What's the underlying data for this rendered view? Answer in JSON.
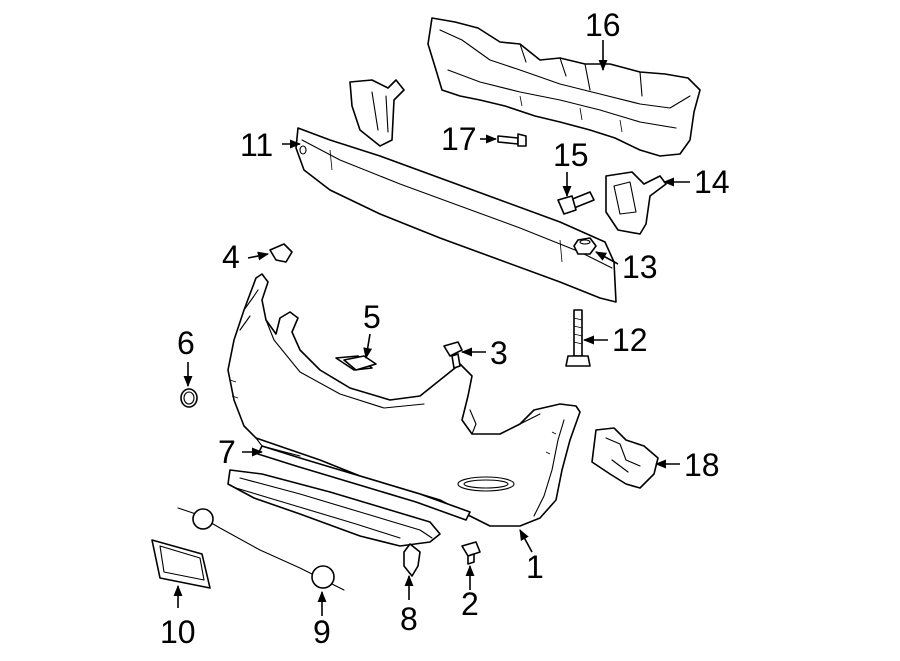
{
  "callouts": [
    {
      "id": "1",
      "text": "1"
    },
    {
      "id": "2",
      "text": "2"
    },
    {
      "id": "3",
      "text": "3"
    },
    {
      "id": "4",
      "text": "4"
    },
    {
      "id": "5",
      "text": "5"
    },
    {
      "id": "6",
      "text": "6"
    },
    {
      "id": "7",
      "text": "7"
    },
    {
      "id": "8",
      "text": "8"
    },
    {
      "id": "9",
      "text": "9"
    },
    {
      "id": "10",
      "text": "10"
    },
    {
      "id": "11",
      "text": "11"
    },
    {
      "id": "12",
      "text": "12"
    },
    {
      "id": "13",
      "text": "13"
    },
    {
      "id": "14",
      "text": "14"
    },
    {
      "id": "15",
      "text": "15"
    },
    {
      "id": "16",
      "text": "16"
    },
    {
      "id": "17",
      "text": "17"
    },
    {
      "id": "18",
      "text": "18"
    }
  ],
  "colors": {
    "line": "#000000",
    "background": "#ffffff"
  }
}
